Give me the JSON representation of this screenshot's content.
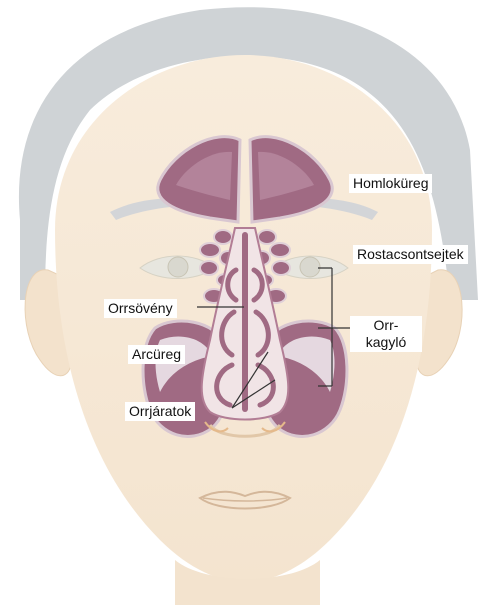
{
  "labels": {
    "homlokureg": "Homloküreg",
    "rostacsontsejtek": "Rostacsontsejtek",
    "orrsoveny": "Orrsövény",
    "orrkagylo_line1": "Orr-",
    "orrkagylo_line2": "kagyló",
    "arcureg": "Arcüreg",
    "orrjaratok": "Orrjáratok"
  },
  "colors": {
    "skin": "#f6e9d6",
    "hair": "#cfd3d6",
    "sinus_fill": "#a06a83",
    "sinus_light": "#ece4ea",
    "leader_line": "#333333",
    "label_bg": "#ffffff"
  }
}
